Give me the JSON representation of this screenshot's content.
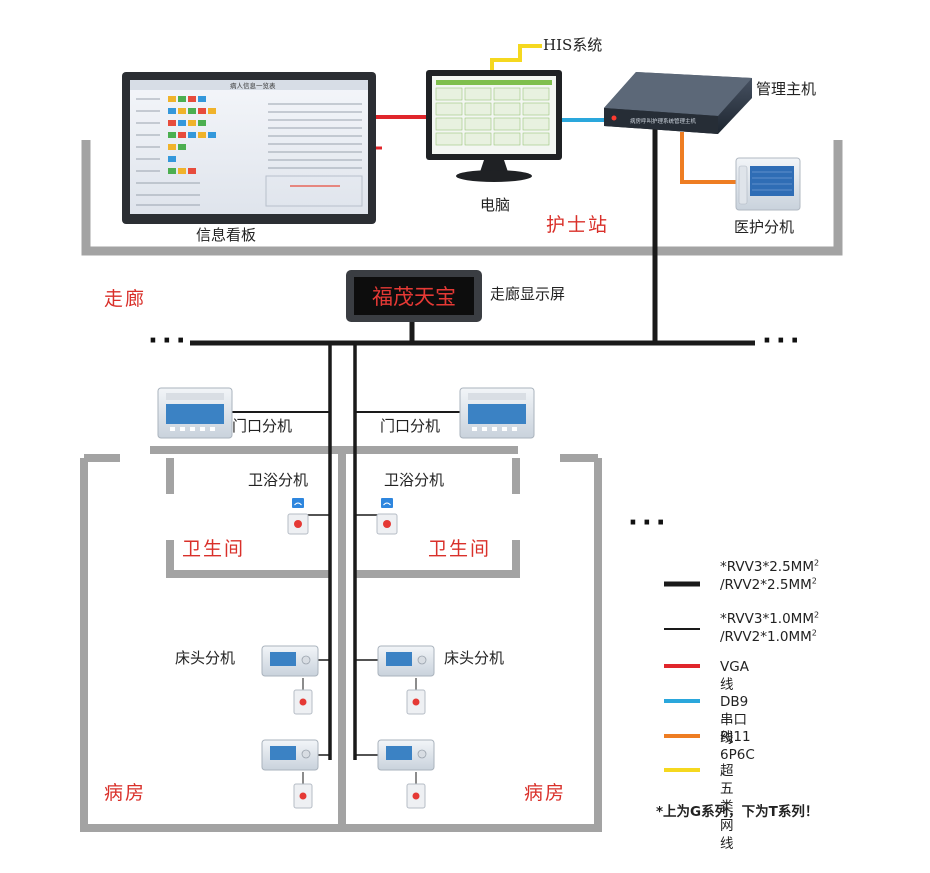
{
  "labels": {
    "his": "HIS系统",
    "host": "管理主机",
    "computer": "电脑",
    "info_board": "信息看板",
    "nurse_station": "护士站",
    "medical_ext": "医护分机",
    "corridor": "走廊",
    "corridor_display": "走廊显示屏",
    "display_text": "福茂天宝",
    "door_ext_left": "门口分机",
    "door_ext_right": "门口分机",
    "bath_ext_left": "卫浴分机",
    "bath_ext_right": "卫浴分机",
    "toilet_left": "卫生间",
    "toilet_right": "卫生间",
    "bed_ext_left": "床头分机",
    "bed_ext_right": "床头分机",
    "ward_left": "病房",
    "ward_right": "病房",
    "dots_left": "···",
    "dots_right": "···",
    "dots_legend": "···",
    "board_title": "病人信息一览表",
    "host_panel": "病房呼叫护理系统管理主机"
  },
  "legend": [
    {
      "line1": "*RVV3*2.5MM",
      "sup1": "2",
      "line2": "/RVV2*2.5MM",
      "sup2": "2",
      "color": "#1a1a1a"
    },
    {
      "line1": "*RVV3*1.0MM",
      "sup1": "2",
      "line2": "/RVV2*1.0MM",
      "sup2": "2",
      "color": "#1a1a1a"
    },
    {
      "line1": "VGA线",
      "color": "#e0262b"
    },
    {
      "line1": "DB9串口线",
      "color": "#2aa7dc"
    },
    {
      "line1": "RJ11 6P6C",
      "color": "#ee7d22"
    },
    {
      "line1": "超五类网线",
      "color": "#f5d81f"
    }
  ],
  "legend_note": "*上为G系列，下为T系列！",
  "colors": {
    "vga": "#e0262b",
    "db9": "#2aa7dc",
    "rj11": "#ee7d22",
    "cat5": "#f5d81f",
    "zone_text": "#d9302a",
    "wall": "#9a9a9a"
  }
}
